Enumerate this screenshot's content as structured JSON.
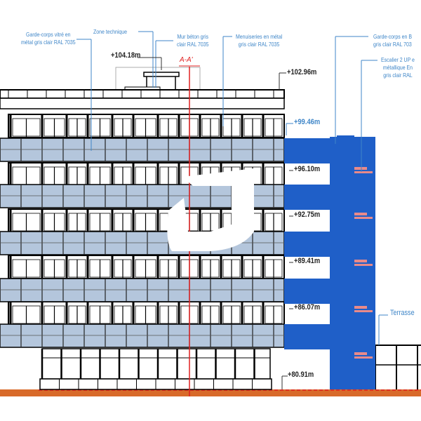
{
  "annotations": {
    "garde_corps_vitre": [
      "Garde-corps vitré en",
      "métal gris clair RAL 7035"
    ],
    "zone_technique": "Zone technique",
    "mur_beton": [
      "Mur béton gris",
      "clair RAL 7035"
    ],
    "menuiseries": [
      "Menuiseries en métal",
      "gris clair RAL 7035"
    ],
    "garde_corps_right": [
      "Garde-corps en B",
      "gris clair RAL 703"
    ],
    "escalier": [
      "Escalier 2 UP e",
      "métallique En",
      "gris clair RAL"
    ],
    "terrasse": "Terrasse"
  },
  "section_mark": "A-A'",
  "levels": {
    "top": "+104.18m",
    "roof": "+102.96m",
    "l5": "+99.46m",
    "l4": "+96.10m",
    "l3": "+92.75m",
    "l2": "+89.41m",
    "l1": "+86.07m",
    "ground": "+80.91m"
  },
  "colors": {
    "glazing": "#b4c6dc",
    "stair": "#1f5fc8",
    "annotation": "#3f86c8",
    "section_line": "#e02020",
    "ground": "#d86a2a"
  }
}
